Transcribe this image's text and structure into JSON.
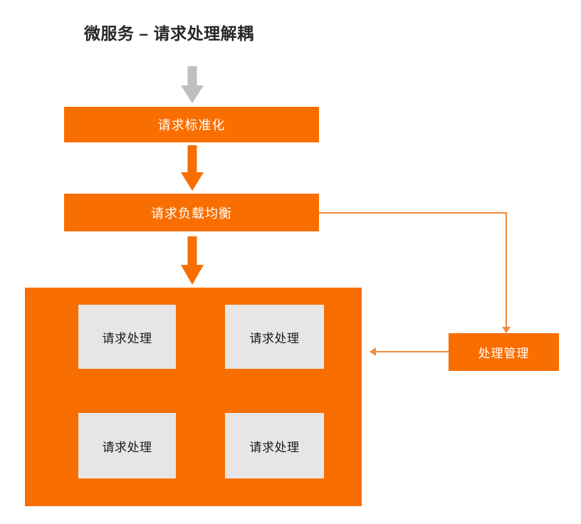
{
  "diagram": {
    "title": "微服务 – 请求处理解耦",
    "colors": {
      "accent_orange": "#F96E00",
      "line_orange": "#F08A3C",
      "worker_gray": "#E6E6E6",
      "intro_arrow_gray": "#BFBFBF",
      "title_text": "#262626"
    },
    "nodes": {
      "standardize": "请求标准化",
      "load_balance": "请求负载均衡",
      "manage": "处理管理"
    },
    "workers": [
      {
        "label": "请求处理"
      },
      {
        "label": "请求处理"
      },
      {
        "label": "请求处理"
      },
      {
        "label": "请求处理"
      }
    ],
    "arrows": {
      "intro": "down-arrow-gray",
      "standardize_to_loadbalance": "down-arrow-orange",
      "loadbalance_to_workers": "down-arrow-orange",
      "loadbalance_to_manage": "elbow-line-down-arrow",
      "manage_to_workers": "line-left-arrow"
    }
  }
}
